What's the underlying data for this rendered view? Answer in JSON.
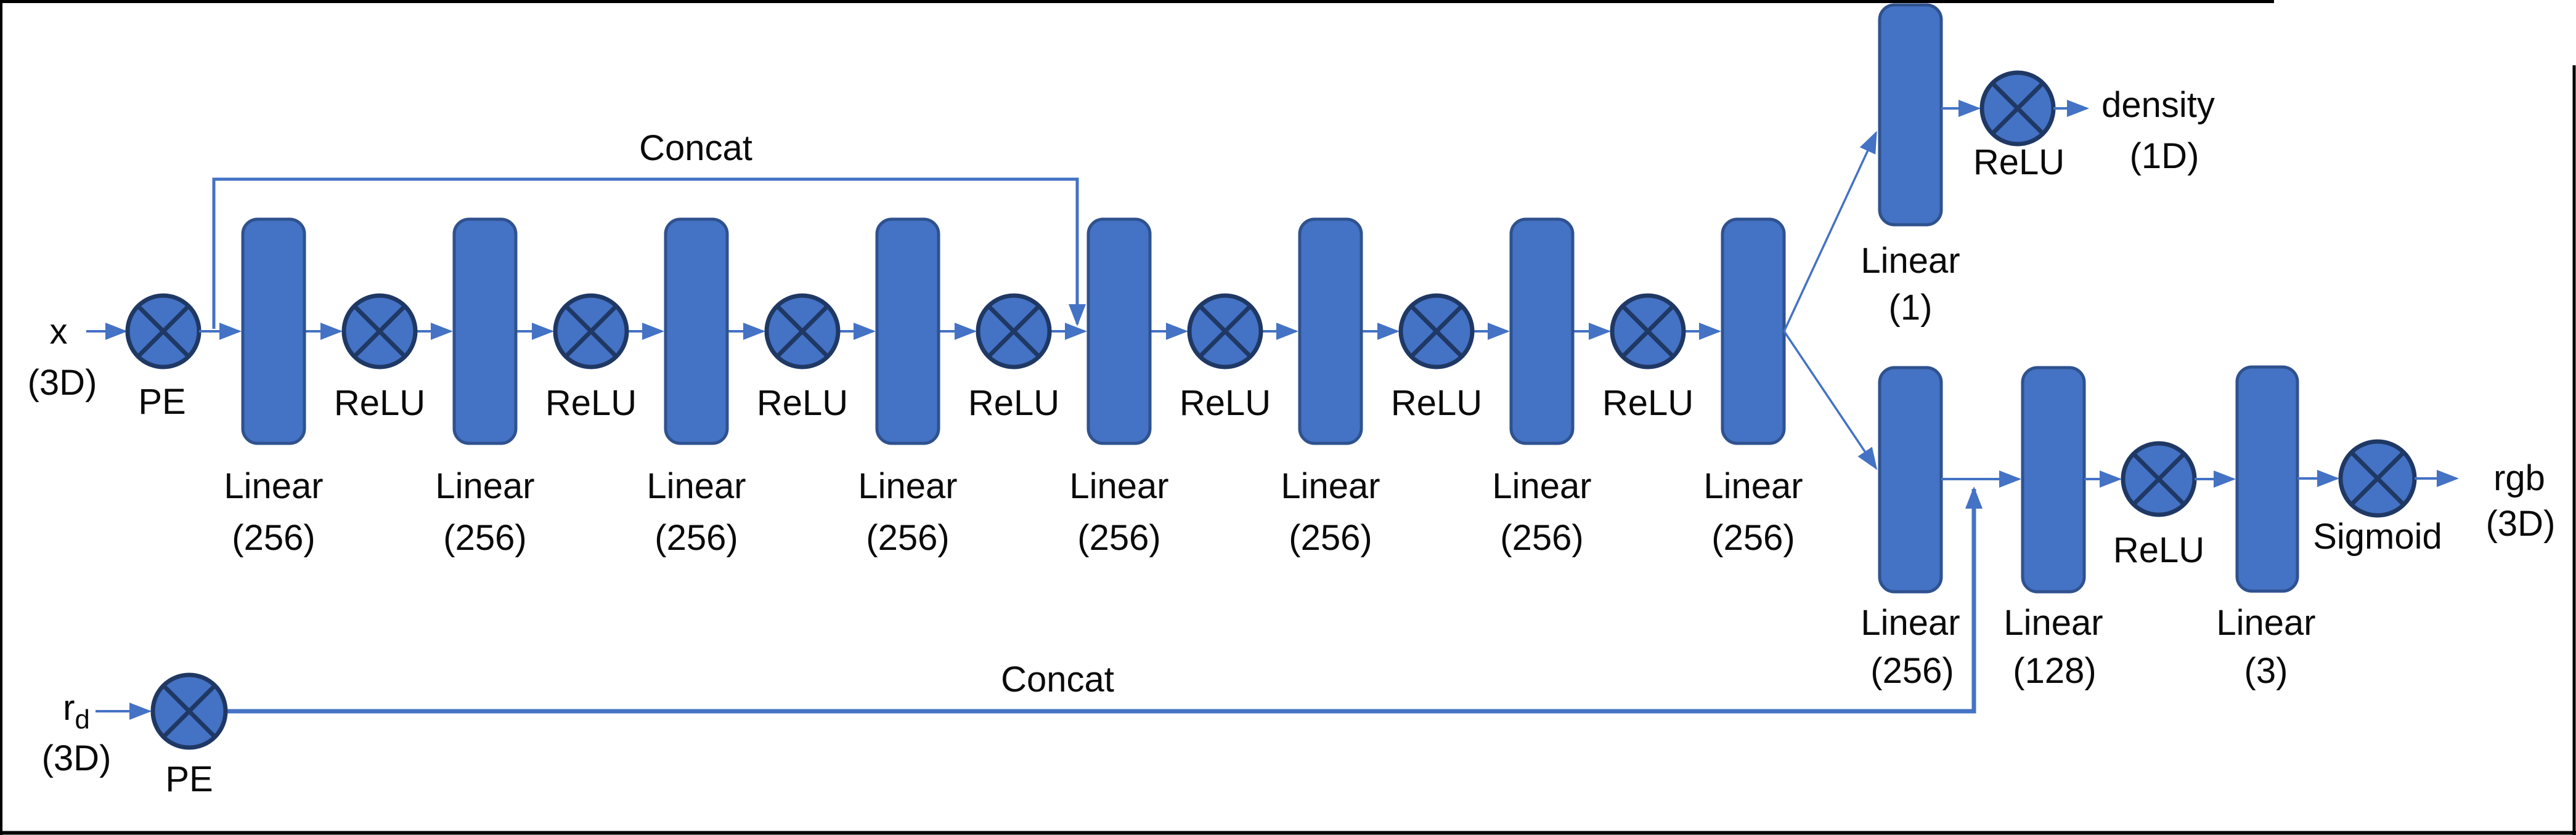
{
  "inputs": {
    "x": {
      "label": "x",
      "dim": "(3D)"
    },
    "rd": {
      "base": "r",
      "sub": "d",
      "dim": "(3D)"
    }
  },
  "pe": {
    "label": "PE"
  },
  "concat": {
    "top": "Concat",
    "bottom": "Concat"
  },
  "trunk": {
    "activation": "ReLU",
    "blocks": [
      {
        "label": "Linear",
        "size": "(256)"
      },
      {
        "label": "Linear",
        "size": "(256)"
      },
      {
        "label": "Linear",
        "size": "(256)"
      },
      {
        "label": "Linear",
        "size": "(256)"
      },
      {
        "label": "Linear",
        "size": "(256)"
      },
      {
        "label": "Linear",
        "size": "(256)"
      },
      {
        "label": "Linear",
        "size": "(256)"
      },
      {
        "label": "Linear",
        "size": "(256)"
      }
    ]
  },
  "heads": {
    "density": {
      "block": {
        "label": "Linear",
        "size": "(1)"
      },
      "activation": "ReLU",
      "output": {
        "label": "density",
        "dim": "(1D)"
      }
    },
    "rgb": {
      "blocks": [
        {
          "label": "Linear",
          "size": "(256)"
        },
        {
          "label": "Linear",
          "size": "(128)"
        },
        {
          "label": "Linear",
          "size": "(3)"
        }
      ],
      "activation_relu": "ReLU",
      "activation_sigmoid": "Sigmoid",
      "output": {
        "label": "rgb",
        "dim": "(3D)"
      }
    }
  },
  "colors": {
    "shape_fill": "#4472C4",
    "block_border": "#2F528F",
    "circle_border": "#1F3864",
    "arrow": "#4472C4",
    "frame": "#000000"
  }
}
